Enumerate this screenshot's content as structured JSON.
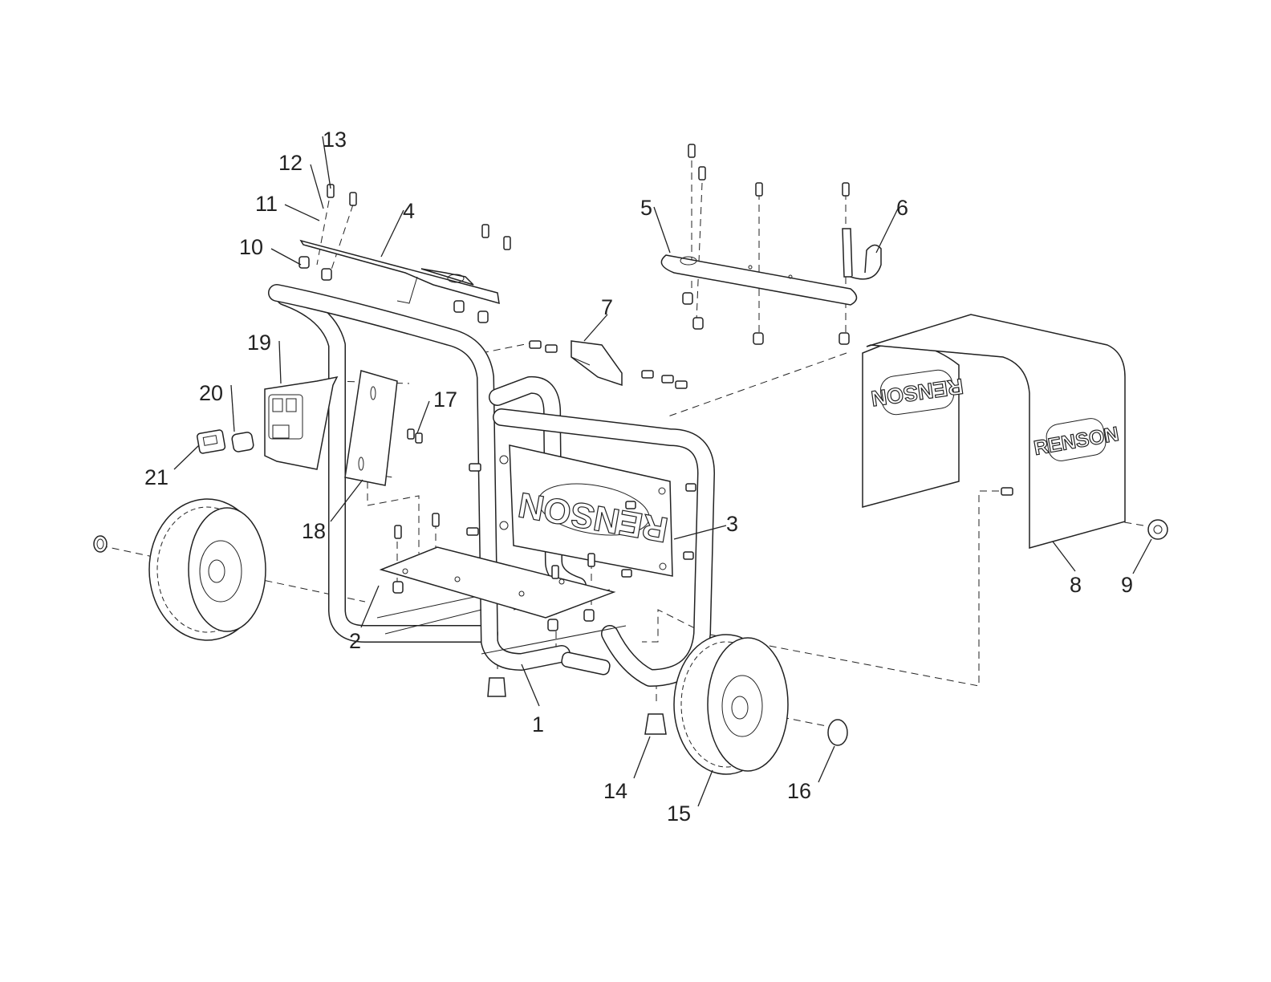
{
  "diagram": {
    "brand_logo": "RENSON",
    "callouts": [
      "1",
      "2",
      "3",
      "4",
      "5",
      "6",
      "7",
      "8",
      "9",
      "10",
      "11",
      "12",
      "13",
      "14",
      "15",
      "16",
      "17",
      "18",
      "19",
      "20",
      "21"
    ]
  }
}
